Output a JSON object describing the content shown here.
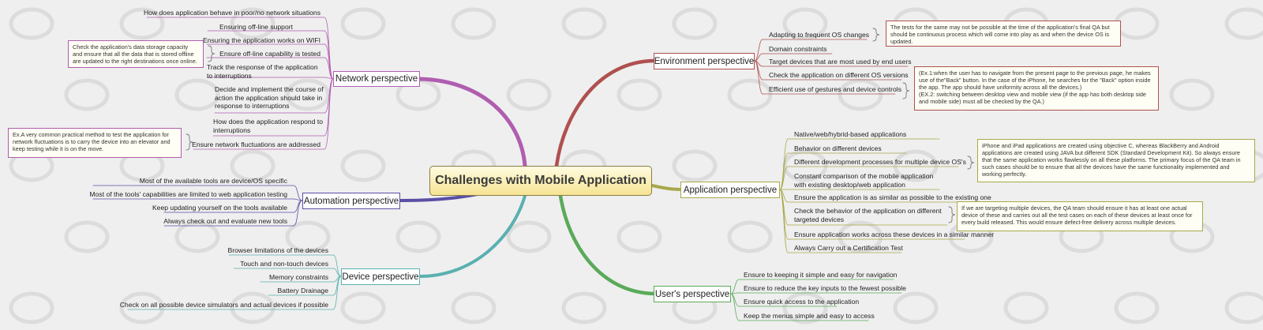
{
  "center": "Challenges with Mobile Application",
  "branches": {
    "network": {
      "label": "Network perspective",
      "items": [
        "How does application behave in poor/no network situations",
        "Ensuring off-line support",
        "Ensuring the application works on WIFI",
        "Ensure off-line capability is tested",
        "Track the response of the application to interruptions",
        "Decide and implement the course of action the application should take in response to interruptions",
        "How does the application respond to interruptions",
        "Ensure network fluctuations are addressed"
      ],
      "notes": [
        "Check the application's data storage capacity and ensure that all the data that is stored offline are updated to the right destinations once online.",
        "Ex.A very common practical method to test the application for network fluctuations is to carry the device into an elevator and keep testing while it is on the move."
      ]
    },
    "automation": {
      "label": "Automation perspective",
      "items": [
        "Most of the available tools are device/OS specific",
        "Most of the tools' capabilities are limited to web application testing",
        "Keep updating yourself on the tools available",
        "Always check out and evaluate new tools"
      ]
    },
    "device": {
      "label": "Device perspective",
      "items": [
        "Browser limitations of the devices",
        "Touch and non-touch devices",
        "Memory constraints",
        "Battery Drainage",
        "Check on all possible device simulators and actual devices if possible"
      ]
    },
    "environment": {
      "label": "Environment perspective",
      "items": [
        "Adapting to frequent OS changes",
        "Domain constraints",
        "Target devices that are most used by end users",
        "Check the application on different OS versions",
        "Efficient use of gestures and device controls"
      ],
      "notes": [
        "The tests for the same may not be possible at the time of the application's final QA but should be continuous process which will come into play as and when the device OS is updated.",
        "(Ex.1:when the user has to navigate from the present page to the previous page, he makes use of the\"Back\" button. In the case of the iPhone, he searches for the \"Back\" option inside the app. The app should have uniformity across all the devices.)\n(EX.2: switching between desktop view and mobile view (if the app has both desktop side and mobile side) must all be checked by the QA.)"
      ]
    },
    "application": {
      "label": "Application perspective",
      "items": [
        "Native/web/hybrid-based applications",
        "Behavior on different devices",
        "Different development processes for multiple device OS's",
        "Constant comparison of the mobile application with existing desktop/web application",
        "Ensure the application is as similar as possible to the existing one",
        "Check the behavior of the application on different targeted devices",
        "Ensure application works across these devices in a similar manner",
        "Always Carry out a Certification Test"
      ],
      "notes": [
        "iPhone and iPad applications are created using objective C, whereas BlackBerry and Android applications are created using JAVA but different SDK (Standard Development Kit). So always ensure that the same application works flawlessly on all these platforms. The primary focus of the QA team in such cases should be to ensure that all the devices have the same functionality implemented and working perfectly.",
        "If we are targeting multiple devices, the QA team should ensure it has at least one actual device of these and carries out all the test cases on each of these devices at least once for every build released. This would ensure defect-free delivery across multiple devices."
      ]
    },
    "user": {
      "label": "User's perspective",
      "items": [
        "Ensure to keeping it simple and easy for navigation",
        "Ensure to reduce the key inputs to the fewest possible",
        "Ensure quick access to the application",
        "Keep the menus simple and easy to access"
      ]
    }
  },
  "colors": {
    "network": "#b05db0",
    "automation": "#5a4fa6",
    "device": "#5ab0b0",
    "environment": "#b05050",
    "application": "#a8a84a",
    "user": "#5aaa5a"
  }
}
